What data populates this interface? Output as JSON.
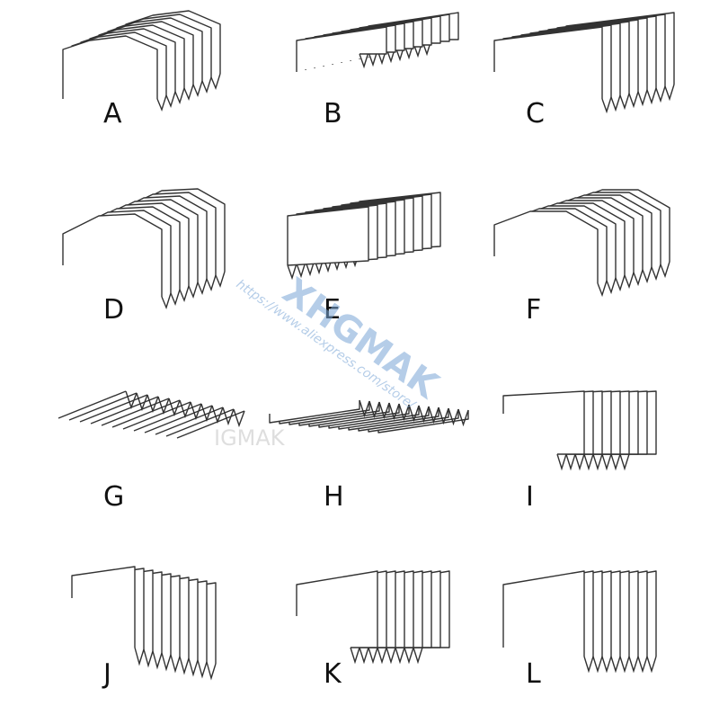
{
  "figures": [
    {
      "label": "A",
      "shape": "arch"
    },
    {
      "label": "B",
      "shape": "c-channel-open"
    },
    {
      "label": "C",
      "shape": "inverted-u"
    },
    {
      "label": "D",
      "shape": "arch-flat-legs"
    },
    {
      "label": "E",
      "shape": "box-frame"
    },
    {
      "label": "F",
      "shape": "arch-wide"
    },
    {
      "label": "G",
      "shape": "flat-zigzag"
    },
    {
      "label": "H",
      "shape": "flat-plate"
    },
    {
      "label": "I",
      "shape": "c-hook"
    },
    {
      "label": "J",
      "shape": "l-shape"
    },
    {
      "label": "K",
      "shape": "c-channel-tall"
    },
    {
      "label": "L",
      "shape": "inverted-u-tall"
    }
  ],
  "watermark": {
    "brand": "XHGMAK",
    "url": "https://www.aliexpress.com/store/",
    "faint_text": "IGMAK"
  },
  "colors": {
    "line": "#333333",
    "watermark": "#7aa6d6"
  }
}
